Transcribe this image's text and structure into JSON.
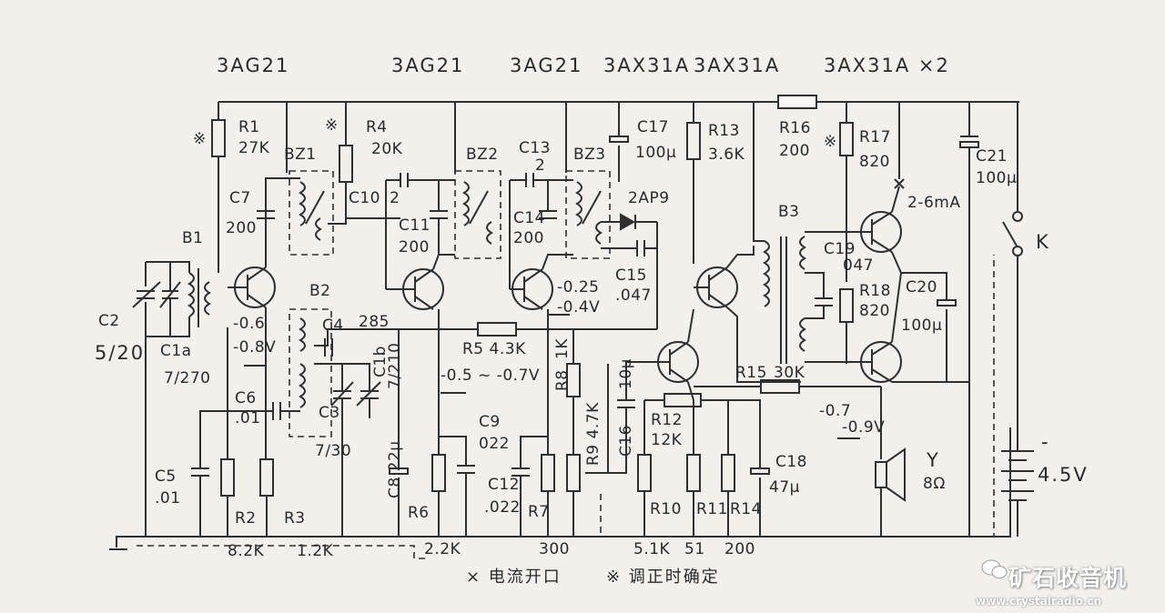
{
  "diagram": {
    "transistor_types": {
      "q1": "3AG21",
      "q2": "3AG21",
      "q3": "3AG21",
      "q4": "3AX31A",
      "q5": "3AX31A",
      "q6": "3AX31A ×2"
    },
    "labels": {
      "r1": "R1",
      "r1_val": "27K",
      "r4": "R4",
      "r4_val": "20K",
      "bz1": "BZ1",
      "bz2": "BZ2",
      "bz3": "BZ3",
      "c7": "C7",
      "c7_val": "200",
      "c10": "C10",
      "c2": "C2",
      "c2_val": "5/20",
      "b1": "B1",
      "c1a": "C1a",
      "c1a_val": "7/270",
      "c1b": "C1b",
      "b2": "B2",
      "c4": "C4",
      "v285": "285",
      "v06": "-0.6",
      "v08": "-0.8V",
      "c6": "C6",
      "c6_val": ".01",
      "c3": "C3",
      "c3_val": "7/30",
      "c5": "C5",
      "c5_val": ".01",
      "r2": "R2",
      "r2_val": "8.2K",
      "r3": "R3",
      "r3_val": "1.2K",
      "c710": "7/210",
      "c8": "C8 22μ",
      "c_2a": "2",
      "c11": "C11",
      "c11_val": "200",
      "c13": "C13",
      "c13_val": "2",
      "c14": "C14",
      "c14_val": "200",
      "r5": "R5 4.3K",
      "v05": "-0.5 ~ -0.7V",
      "r6": "R6",
      "r6_val": "2.2K",
      "c9": "C9",
      "c9_val": "022",
      "c12": "C12",
      "c12_val": ".022",
      "r7": "R7",
      "r7_val": "300",
      "r8": "R8",
      "r8_val": "1K",
      "r9": "R9 4.7K",
      "d2ap9": "2AP9",
      "c15": "C15",
      "c15_val": ".047",
      "v025": "-0.25",
      "v04": "-0.4V",
      "c17": "C17",
      "c17_val": "100μ",
      "c16": "C16",
      "c16_val": "10μ",
      "r13": "R13",
      "r13_val": "3.6K",
      "r12": "R12",
      "r12_val": "12K",
      "r10": "R10",
      "r10_val": "5.1K",
      "r11": "R11",
      "r11_val": "51",
      "r14": "R14",
      "r14_val": "200",
      "r16": "R16",
      "r16_val": "200",
      "r15": "R15",
      "r15_val": "30K",
      "b3": "B3",
      "c19": "C19",
      "c19_val": "047",
      "r17": "R17",
      "r17_val": "820",
      "r18": "R18",
      "r18_val": "820",
      "cur": "2-6mA",
      "c20": "C20",
      "c20_val": "100μ",
      "c18": "C18",
      "c18_val": "47μ",
      "v07": "-0.7",
      "v09": "-0.9V",
      "spk": "Y",
      "spk_val": "8Ω",
      "c21": "C21",
      "c21_val": "100μ",
      "k": "K",
      "batt_minus": "-",
      "batt": "4.5V"
    },
    "legend": {
      "current_break": "× 电流开口",
      "tuning_note": "※ 调正时确定"
    }
  },
  "watermark": {
    "title": "矿石收音机",
    "url": "www.crystalradio.cn"
  }
}
